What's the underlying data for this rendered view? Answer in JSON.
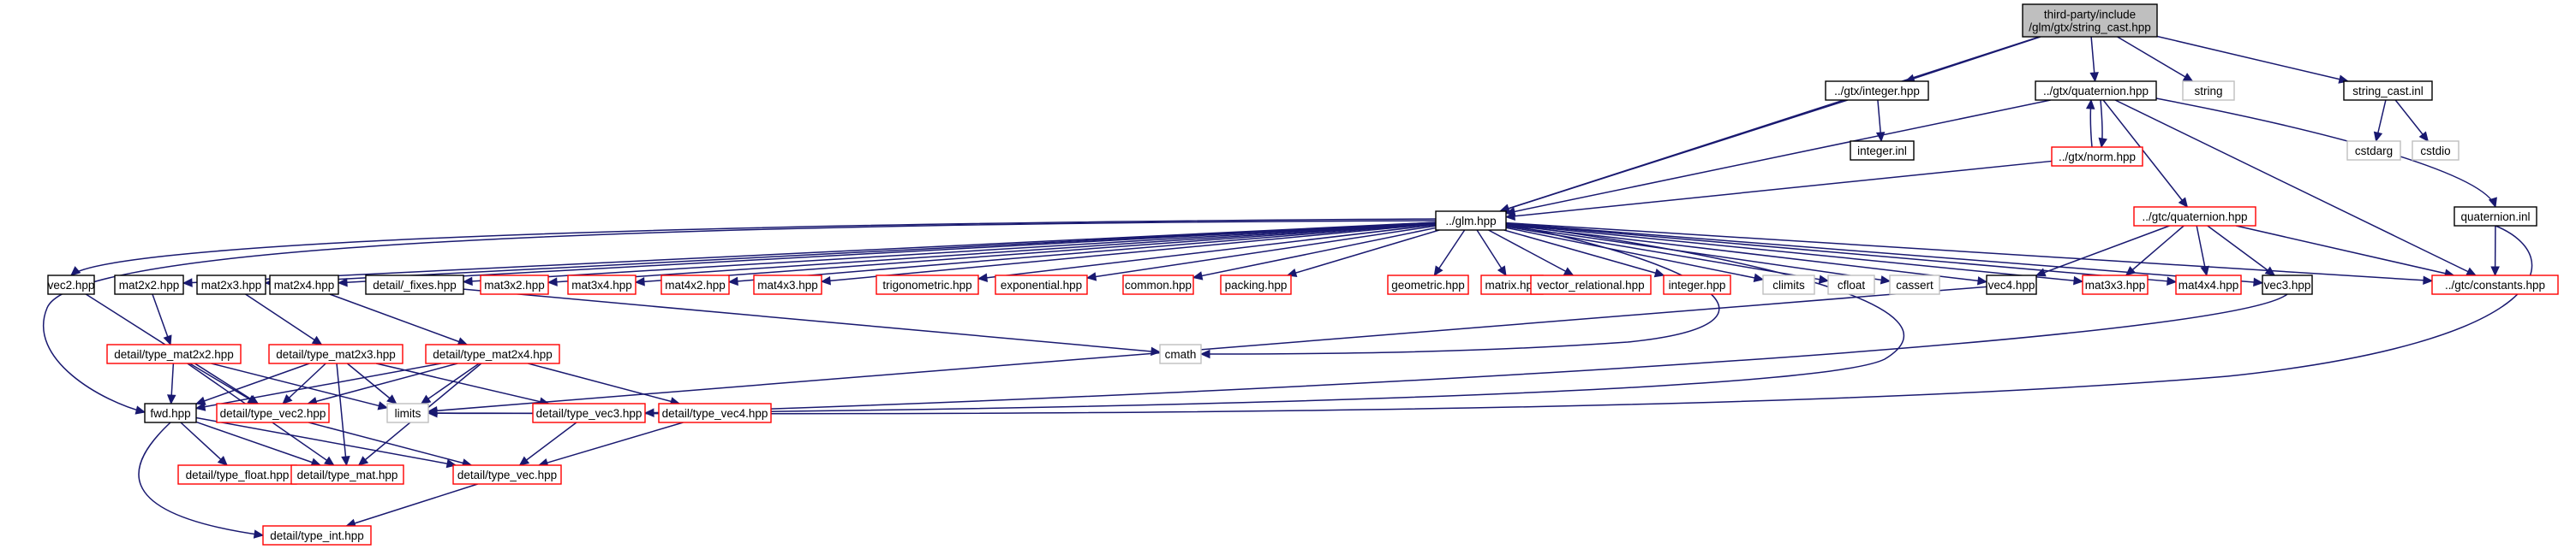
{
  "title": "third-party/include/glm/gtx/string_cast.hpp",
  "colors": {
    "edge": "#191970",
    "node_border": "#000000",
    "missing_border": "#ff0000",
    "system_border": "#bfbfbf",
    "root_fill": "#bfbfbf"
  },
  "nodes": [
    {
      "id": "root",
      "lines": [
        "third-party/include",
        "/glm/gtx/string_cast.hpp"
      ],
      "style": "root"
    },
    {
      "id": "gtx_integer",
      "lines": [
        "../gtx/integer.hpp"
      ],
      "style": "black"
    },
    {
      "id": "gtx_quaternion",
      "lines": [
        "../gtx/quaternion.hpp"
      ],
      "style": "black"
    },
    {
      "id": "string",
      "lines": [
        "string"
      ],
      "style": "gray"
    },
    {
      "id": "string_cast_inl",
      "lines": [
        "string_cast.inl"
      ],
      "style": "black"
    },
    {
      "id": "integer_inl",
      "lines": [
        "integer.inl"
      ],
      "style": "black"
    },
    {
      "id": "gtx_norm",
      "lines": [
        "../gtx/norm.hpp"
      ],
      "style": "red"
    },
    {
      "id": "cstdarg",
      "lines": [
        "cstdarg"
      ],
      "style": "gray"
    },
    {
      "id": "cstdio",
      "lines": [
        "cstdio"
      ],
      "style": "gray"
    },
    {
      "id": "gtc_quaternion",
      "lines": [
        "../gtc/quaternion.hpp"
      ],
      "style": "red"
    },
    {
      "id": "quaternion_inl",
      "lines": [
        "quaternion.inl"
      ],
      "style": "black"
    },
    {
      "id": "glm",
      "lines": [
        "../glm.hpp"
      ],
      "style": "black"
    },
    {
      "id": "vec2",
      "lines": [
        "vec2.hpp"
      ],
      "style": "black"
    },
    {
      "id": "mat2x2",
      "lines": [
        "mat2x2.hpp"
      ],
      "style": "black"
    },
    {
      "id": "mat2x3",
      "lines": [
        "mat2x3.hpp"
      ],
      "style": "black"
    },
    {
      "id": "mat2x4",
      "lines": [
        "mat2x4.hpp"
      ],
      "style": "black"
    },
    {
      "id": "fixes",
      "lines": [
        "detail/_fixes.hpp"
      ],
      "style": "black"
    },
    {
      "id": "mat3x2",
      "lines": [
        "mat3x2.hpp"
      ],
      "style": "red"
    },
    {
      "id": "mat3x4",
      "lines": [
        "mat3x4.hpp"
      ],
      "style": "red"
    },
    {
      "id": "mat4x2",
      "lines": [
        "mat4x2.hpp"
      ],
      "style": "red"
    },
    {
      "id": "mat4x3",
      "lines": [
        "mat4x3.hpp"
      ],
      "style": "red"
    },
    {
      "id": "trig",
      "lines": [
        "trigonometric.hpp"
      ],
      "style": "red"
    },
    {
      "id": "exp",
      "lines": [
        "exponential.hpp"
      ],
      "style": "red"
    },
    {
      "id": "common",
      "lines": [
        "common.hpp"
      ],
      "style": "red"
    },
    {
      "id": "packing",
      "lines": [
        "packing.hpp"
      ],
      "style": "red"
    },
    {
      "id": "geometric",
      "lines": [
        "geometric.hpp"
      ],
      "style": "red"
    },
    {
      "id": "matrix",
      "lines": [
        "matrix.hpp"
      ],
      "style": "red"
    },
    {
      "id": "vecrel",
      "lines": [
        "vector_relational.hpp"
      ],
      "style": "red"
    },
    {
      "id": "integer_hpp",
      "lines": [
        "integer.hpp"
      ],
      "style": "red"
    },
    {
      "id": "climits",
      "lines": [
        "climits"
      ],
      "style": "gray"
    },
    {
      "id": "cfloat",
      "lines": [
        "cfloat"
      ],
      "style": "gray"
    },
    {
      "id": "cassert",
      "lines": [
        "cassert"
      ],
      "style": "gray"
    },
    {
      "id": "vec4",
      "lines": [
        "vec4.hpp"
      ],
      "style": "black"
    },
    {
      "id": "mat3x3",
      "lines": [
        "mat3x3.hpp"
      ],
      "style": "red"
    },
    {
      "id": "mat4x4",
      "lines": [
        "mat4x4.hpp"
      ],
      "style": "red"
    },
    {
      "id": "vec3",
      "lines": [
        "vec3.hpp"
      ],
      "style": "black"
    },
    {
      "id": "gtc_constants",
      "lines": [
        "../gtc/constants.hpp"
      ],
      "style": "red"
    },
    {
      "id": "tm2x2",
      "lines": [
        "detail/type_mat2x2.hpp"
      ],
      "style": "red"
    },
    {
      "id": "tm2x3",
      "lines": [
        "detail/type_mat2x3.hpp"
      ],
      "style": "red"
    },
    {
      "id": "tm2x4",
      "lines": [
        "detail/type_mat2x4.hpp"
      ],
      "style": "red"
    },
    {
      "id": "cmath",
      "lines": [
        "cmath"
      ],
      "style": "gray"
    },
    {
      "id": "fwd",
      "lines": [
        "fwd.hpp"
      ],
      "style": "black"
    },
    {
      "id": "tvec2",
      "lines": [
        "detail/type_vec2.hpp"
      ],
      "style": "red"
    },
    {
      "id": "limits",
      "lines": [
        "limits"
      ],
      "style": "gray"
    },
    {
      "id": "tvec3",
      "lines": [
        "detail/type_vec3.hpp"
      ],
      "style": "red"
    },
    {
      "id": "tvec4",
      "lines": [
        "detail/type_vec4.hpp"
      ],
      "style": "red"
    },
    {
      "id": "tfloat",
      "lines": [
        "detail/type_float.hpp"
      ],
      "style": "red"
    },
    {
      "id": "tmat",
      "lines": [
        "detail/type_mat.hpp"
      ],
      "style": "red"
    },
    {
      "id": "tvec",
      "lines": [
        "detail/type_vec.hpp"
      ],
      "style": "red"
    },
    {
      "id": "tint",
      "lines": [
        "detail/type_int.hpp"
      ],
      "style": "red"
    }
  ],
  "edges": [
    [
      "root",
      "gtx_integer"
    ],
    [
      "root",
      "gtx_quaternion"
    ],
    [
      "root",
      "string"
    ],
    [
      "root",
      "string_cast_inl"
    ],
    [
      "root",
      "glm"
    ],
    [
      "gtx_integer",
      "integer_inl"
    ],
    [
      "gtx_integer",
      "glm"
    ],
    [
      "gtx_quaternion",
      "gtx_norm"
    ],
    [
      "gtx_quaternion",
      "gtc_quaternion"
    ],
    [
      "gtx_quaternion",
      "glm"
    ],
    [
      "gtx_quaternion",
      "gtc_constants"
    ],
    [
      "gtx_quaternion",
      "quaternion_inl"
    ],
    [
      "gtx_norm",
      "gtx_quaternion"
    ],
    [
      "gtx_norm",
      "glm"
    ],
    [
      "string_cast_inl",
      "cstdarg"
    ],
    [
      "string_cast_inl",
      "cstdio"
    ],
    [
      "gtc_quaternion",
      "vec4"
    ],
    [
      "gtc_quaternion",
      "mat3x3"
    ],
    [
      "gtc_quaternion",
      "mat4x4"
    ],
    [
      "gtc_quaternion",
      "vec3"
    ],
    [
      "gtc_quaternion",
      "gtc_constants"
    ],
    [
      "quaternion_inl",
      "gtc_constants"
    ],
    [
      "quaternion_inl",
      "limits"
    ],
    [
      "glm",
      "vec2"
    ],
    [
      "glm",
      "mat2x2"
    ],
    [
      "glm",
      "mat2x3"
    ],
    [
      "glm",
      "mat2x4"
    ],
    [
      "glm",
      "fixes"
    ],
    [
      "glm",
      "mat3x2"
    ],
    [
      "glm",
      "mat3x4"
    ],
    [
      "glm",
      "mat4x2"
    ],
    [
      "glm",
      "mat4x3"
    ],
    [
      "glm",
      "trig"
    ],
    [
      "glm",
      "exp"
    ],
    [
      "glm",
      "common"
    ],
    [
      "glm",
      "packing"
    ],
    [
      "glm",
      "geometric"
    ],
    [
      "glm",
      "matrix"
    ],
    [
      "glm",
      "vecrel"
    ],
    [
      "glm",
      "integer_hpp"
    ],
    [
      "glm",
      "climits"
    ],
    [
      "glm",
      "cfloat"
    ],
    [
      "glm",
      "cassert"
    ],
    [
      "glm",
      "vec4"
    ],
    [
      "glm",
      "mat3x3"
    ],
    [
      "glm",
      "mat4x4"
    ],
    [
      "glm",
      "vec3"
    ],
    [
      "glm",
      "gtc_constants"
    ],
    [
      "glm",
      "fwd"
    ],
    [
      "glm",
      "cmath"
    ],
    [
      "glm",
      "limits"
    ],
    [
      "mat2x2",
      "tm2x2"
    ],
    [
      "mat2x3",
      "tm2x3"
    ],
    [
      "mat2x4",
      "tm2x4"
    ],
    [
      "fixes",
      "cmath"
    ],
    [
      "vec2",
      "tvec2"
    ],
    [
      "vec4",
      "limits"
    ],
    [
      "vec3",
      "tvec3"
    ],
    [
      "tm2x2",
      "fwd"
    ],
    [
      "tm2x2",
      "tvec2"
    ],
    [
      "tm2x2",
      "limits"
    ],
    [
      "tm2x2",
      "tmat"
    ],
    [
      "tm2x3",
      "fwd"
    ],
    [
      "tm2x3",
      "tvec2"
    ],
    [
      "tm2x3",
      "tvec3"
    ],
    [
      "tm2x3",
      "limits"
    ],
    [
      "tm2x3",
      "tmat"
    ],
    [
      "tm2x4",
      "fwd"
    ],
    [
      "tm2x4",
      "tvec2"
    ],
    [
      "tm2x4",
      "tvec4"
    ],
    [
      "tm2x4",
      "limits"
    ],
    [
      "tm2x4",
      "tmat"
    ],
    [
      "fwd",
      "tint"
    ],
    [
      "fwd",
      "tfloat"
    ],
    [
      "fwd",
      "tmat"
    ],
    [
      "fwd",
      "tvec"
    ],
    [
      "tvec2",
      "tvec"
    ],
    [
      "tvec3",
      "tvec"
    ],
    [
      "tvec4",
      "tvec"
    ],
    [
      "tvec",
      "tint"
    ]
  ]
}
